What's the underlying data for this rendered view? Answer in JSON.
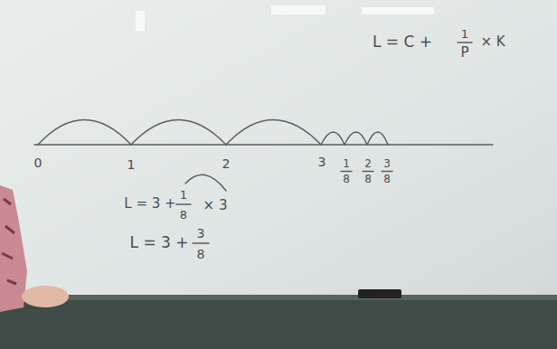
{
  "diagram": {
    "labels": [
      "L = C +",
      "1",
      "P",
      "× K",
      "0",
      "1",
      "2",
      "3",
      "1",
      "8",
      "2",
      "8",
      "3",
      "8",
      "L = 3 +",
      "1",
      "8",
      "× 3",
      "L = 3 +",
      "3",
      "8"
    ]
  }
}
